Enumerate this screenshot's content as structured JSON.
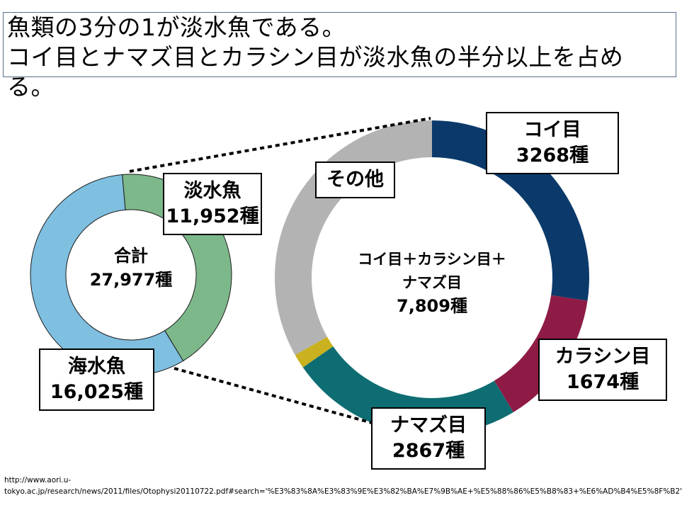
{
  "title": {
    "line1": "魚類の3分の1が淡水魚である。",
    "line2": "コイ目とナマズ目とカラシン目が淡水魚の半分以上を占め",
    "line3": "る。"
  },
  "left_chart": {
    "center_line1": "合計",
    "center_line2": "27,977種",
    "label_freshwater_name": "淡水魚",
    "label_freshwater_count": "11,952種",
    "label_marine_name": "海水魚",
    "label_marine_count": "16,025種"
  },
  "right_chart": {
    "center_line1": "コイ目＋カラシン目＋",
    "center_line2": "ナマズ目",
    "center_line3": "7,809種",
    "label_koi_name": "コイ目",
    "label_koi_count": "3268種",
    "label_characin_name": "カラシン目",
    "label_characin_count": "1674種",
    "label_catfish_name": "ナマズ目",
    "label_catfish_count": "2867種",
    "label_other": "その他"
  },
  "chart_data": [
    {
      "type": "pie",
      "style": "donut",
      "title": "合計 27,977種",
      "categories": [
        "淡水魚",
        "海水魚"
      ],
      "values": [
        11952,
        16025
      ],
      "colors": [
        "#7db88a",
        "#7fbfe0"
      ]
    },
    {
      "type": "pie",
      "style": "donut",
      "title": "コイ目＋カラシン目＋ナマズ目 7,809種",
      "categories": [
        "コイ目",
        "カラシン目",
        "ナマズ目",
        "",
        "その他"
      ],
      "values": [
        3268,
        1674,
        2867,
        178,
        3965
      ],
      "colors": [
        "#0b3a6a",
        "#8e1b46",
        "#0e6d72",
        "#c9b11f",
        "#b3b3b3"
      ]
    }
  ],
  "source": {
    "line1": "http://www.aori.u-",
    "line2": "tokyo.ac.jp/research/news/2011/files/Otophysi20110722.pdf#search='%E3%83%8A%E3%83%9E%E3%82%BA%E7%9B%AE+%E5%88%86%E5%B8%83+%E6%AD%B4%E5%8F%B2'"
  }
}
